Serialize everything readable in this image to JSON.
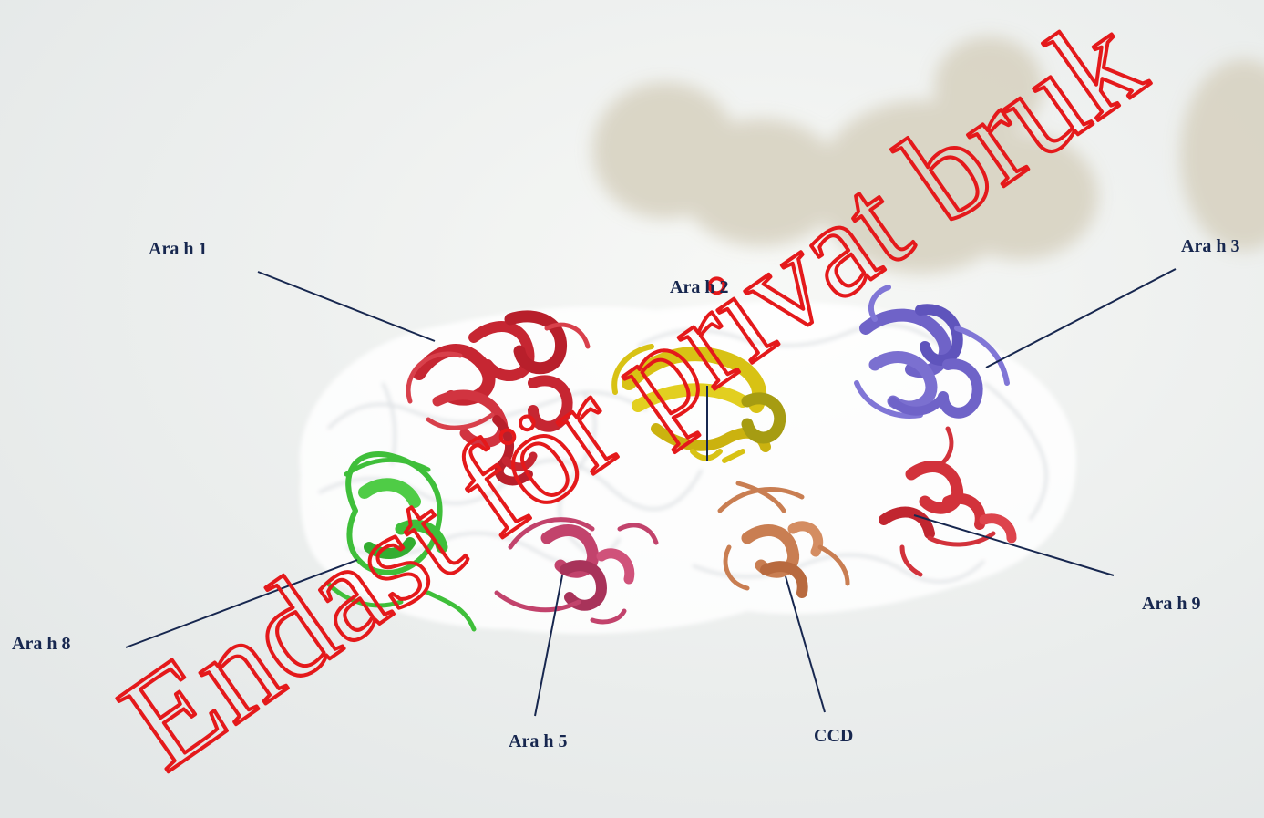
{
  "labels": {
    "ara_h_1": "Ara h 1",
    "ara_h_2": "Ara h 2",
    "ara_h_3": "Ara h 3",
    "ara_h_8": "Ara h 8",
    "ara_h_5": "Ara h 5",
    "ccd": "CCD",
    "ara_h_9": "Ara h 9"
  },
  "watermark": {
    "text": "Endast för privat bruk",
    "color": "#e4191b"
  },
  "colors": {
    "label_text": "#17274f",
    "leader_line": "#17274f",
    "background": "#edf0ef",
    "peanut_shell": "#d8d3c2",
    "protein_ara_h_1": "#c62632",
    "protein_ara_h_2": "#d8c214",
    "protein_ara_h_3": "#6f63c8",
    "protein_ara_h_8": "#3fbf3a",
    "protein_ara_h_5": "#c2436c",
    "protein_ccd": "#c97e52",
    "protein_ara_h_9": "#d2323b"
  }
}
